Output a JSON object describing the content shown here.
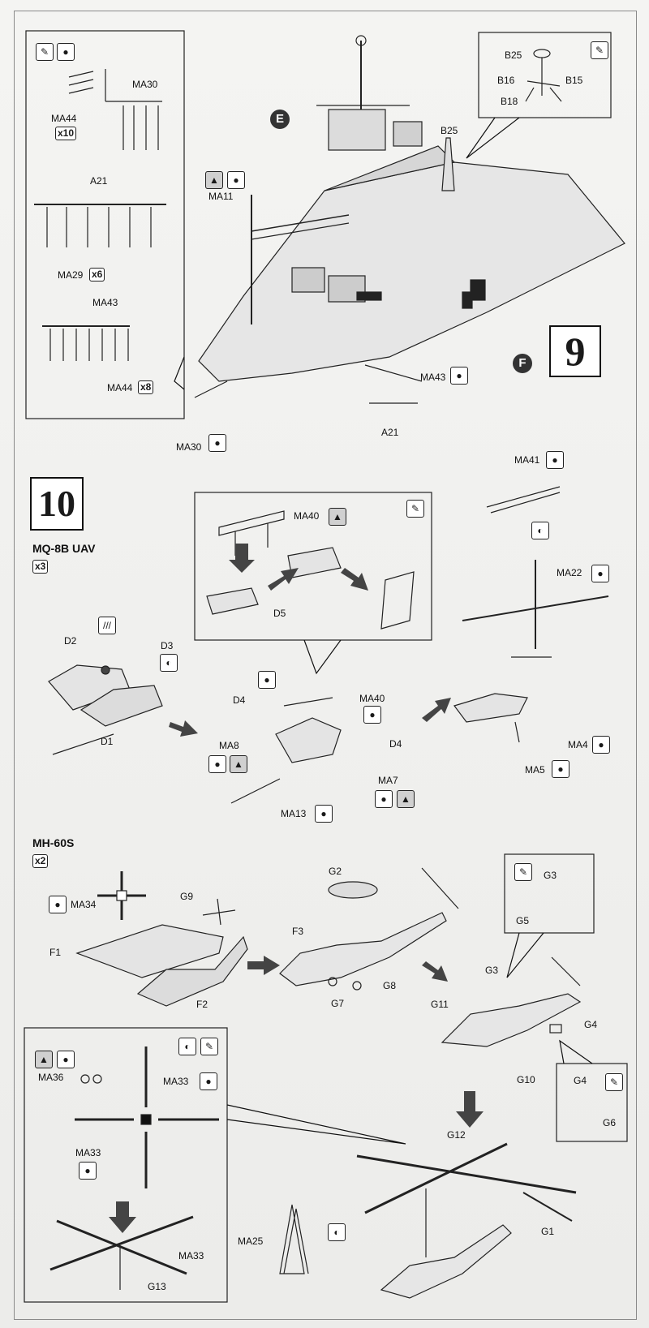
{
  "steps": {
    "step9": {
      "number": "9",
      "marker_e": "E",
      "marker_f": "F"
    },
    "step10": {
      "number": "10"
    }
  },
  "sections": {
    "uav": {
      "title": "MQ-8B UAV",
      "qty": "x3"
    },
    "mh60": {
      "title": "MH-60S",
      "qty": "x2"
    }
  },
  "labels": {
    "MA30_a": "MA30",
    "MA44_a": "MA44",
    "x10": "x10",
    "A21_a": "A21",
    "MA29": "MA29",
    "x6": "x6",
    "MA43_a": "MA43",
    "MA44_b": "MA44",
    "x8": "x8",
    "B25_a": "B25",
    "B16": "B16",
    "B15": "B15",
    "B18": "B18",
    "B25_b": "B25",
    "MA11": "MA11",
    "MA43_b": "MA43",
    "A21_b": "A21",
    "MA30_b": "MA30",
    "MA41": "MA41",
    "MA40_a": "MA40",
    "D5": "D5",
    "MA22": "MA22",
    "D2": "D2",
    "D3": "D3",
    "D1": "D1",
    "D4_a": "D4",
    "MA40_b": "MA40",
    "D4_b": "D4",
    "MA8": "MA8",
    "MA7": "MA7",
    "MA13": "MA13",
    "MA4": "MA4",
    "MA5": "MA5",
    "MA34": "MA34",
    "G9": "G9",
    "G2": "G2",
    "F1": "F1",
    "F2": "F2",
    "F3": "F3",
    "G7": "G7",
    "G8": "G8",
    "G3_a": "G3",
    "G5": "G5",
    "G3_b": "G3",
    "G11": "G11",
    "G4_a": "G4",
    "G10": "G10",
    "G4_b": "G4",
    "G6": "G6",
    "MA36": "MA36",
    "MA33_a": "MA33",
    "MA33_b": "MA33",
    "MA33_c": "MA33",
    "G13": "G13",
    "G12": "G12",
    "G1": "G1",
    "MA25": "MA25"
  },
  "icons": {
    "glue": "glue-icon",
    "paint": "paint-icon",
    "flip": "flip-icon",
    "rotate": "rotate-icon",
    "decal": "decal-icon"
  }
}
